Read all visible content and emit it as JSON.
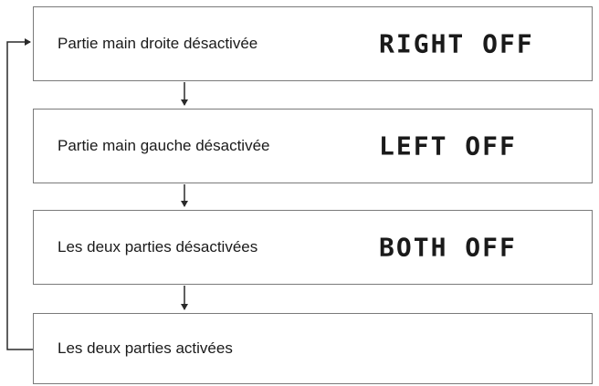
{
  "states": [
    {
      "label": "Partie main droite désactivée",
      "display": "RIGHT OFF"
    },
    {
      "label": "Partie main gauche désactivée",
      "display": "LEFT OFF"
    },
    {
      "label": "Les deux parties désactivées",
      "display": "BOTH OFF"
    },
    {
      "label": "Les deux parties activées",
      "display": ""
    }
  ]
}
